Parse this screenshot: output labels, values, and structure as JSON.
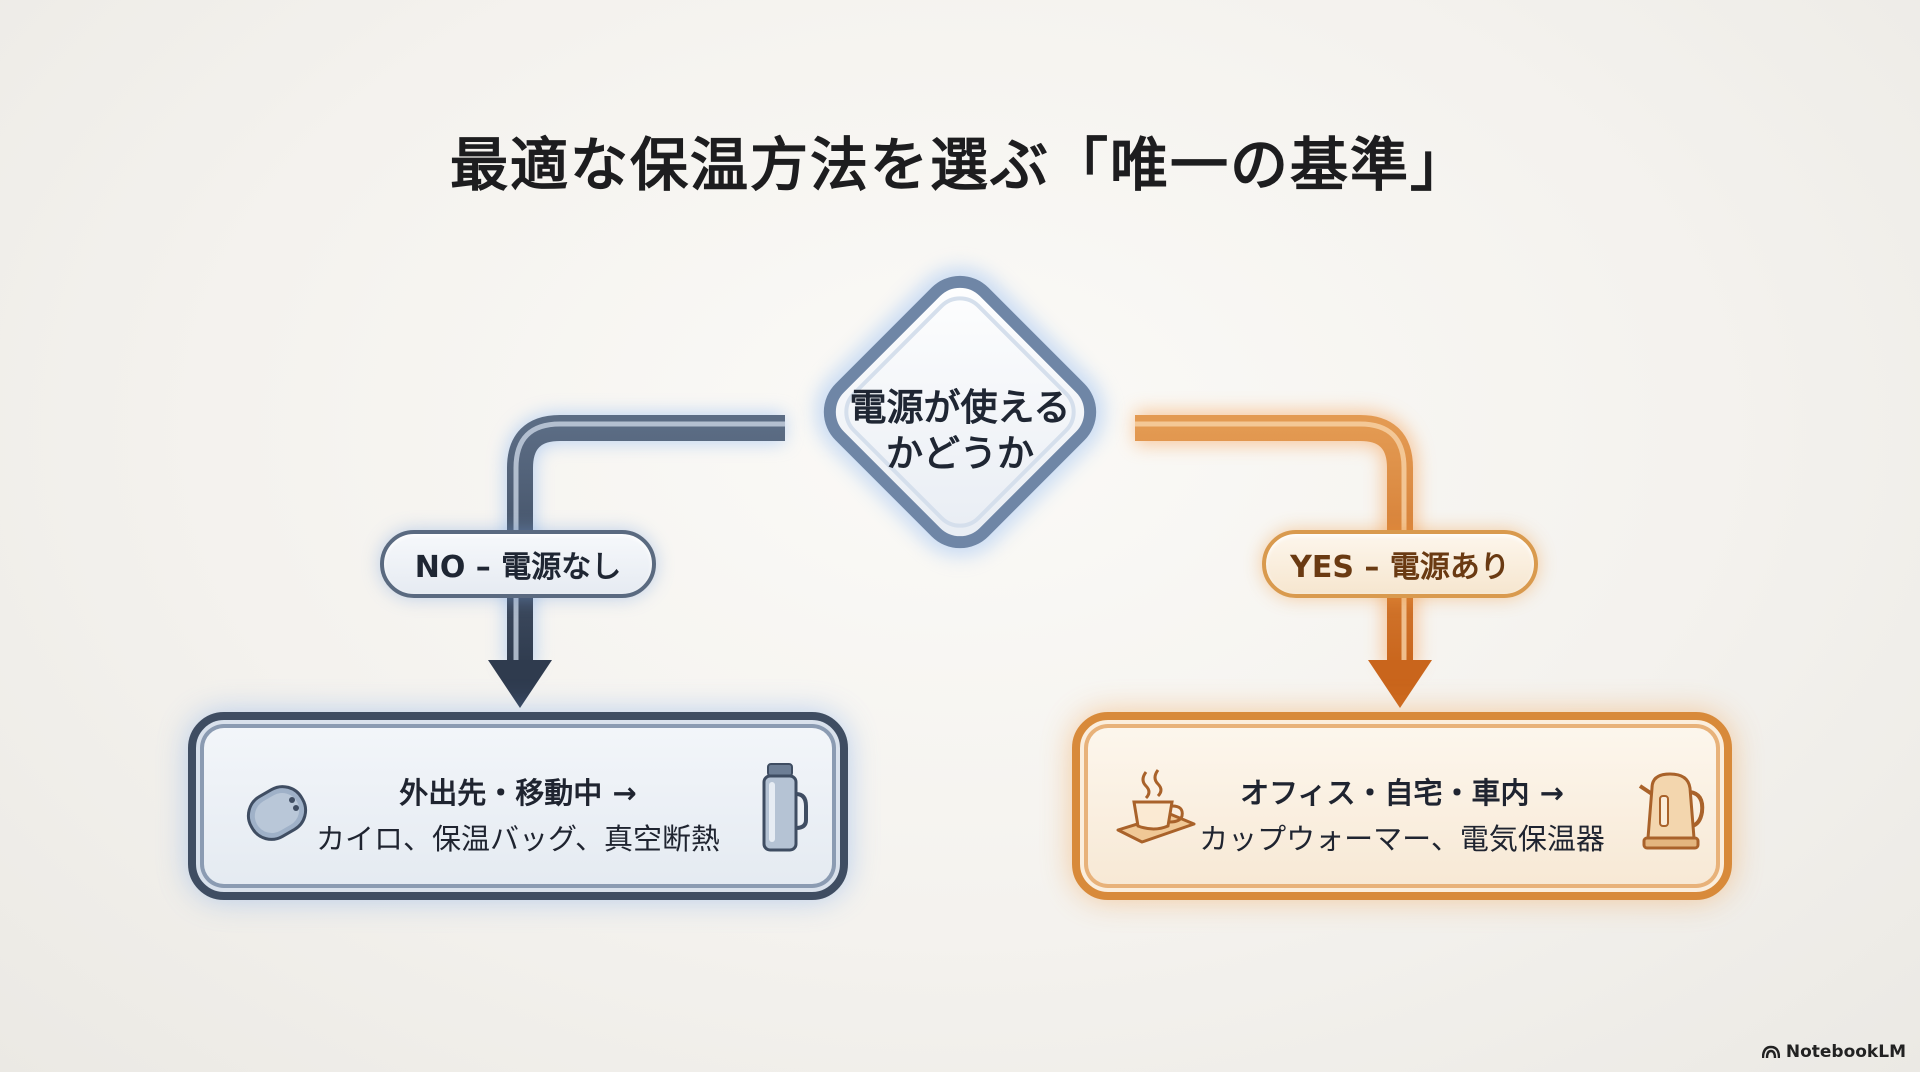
{
  "title": "最適な保温方法を選ぶ「唯一の基準」",
  "decision": {
    "line1": "電源が使える",
    "line2": "かどうか"
  },
  "branches": {
    "no": {
      "label": "NO – 電源なし",
      "scene": "外出先・移動中 →",
      "methods": "カイロ、保温バッグ、真空断熱",
      "color": "#3f4d62"
    },
    "yes": {
      "label": "YES – 電源あり",
      "scene": "オフィス・自宅・車内 →",
      "methods": "カップウォーマー、電気保温器",
      "color": "#d88a3a"
    }
  },
  "icons": {
    "no_left": "hand-warmer-icon",
    "no_right": "thermos-icon",
    "yes_left": "cup-warmer-icon",
    "yes_right": "electric-kettle-icon"
  },
  "footer": {
    "brand": "NotebookLM"
  }
}
